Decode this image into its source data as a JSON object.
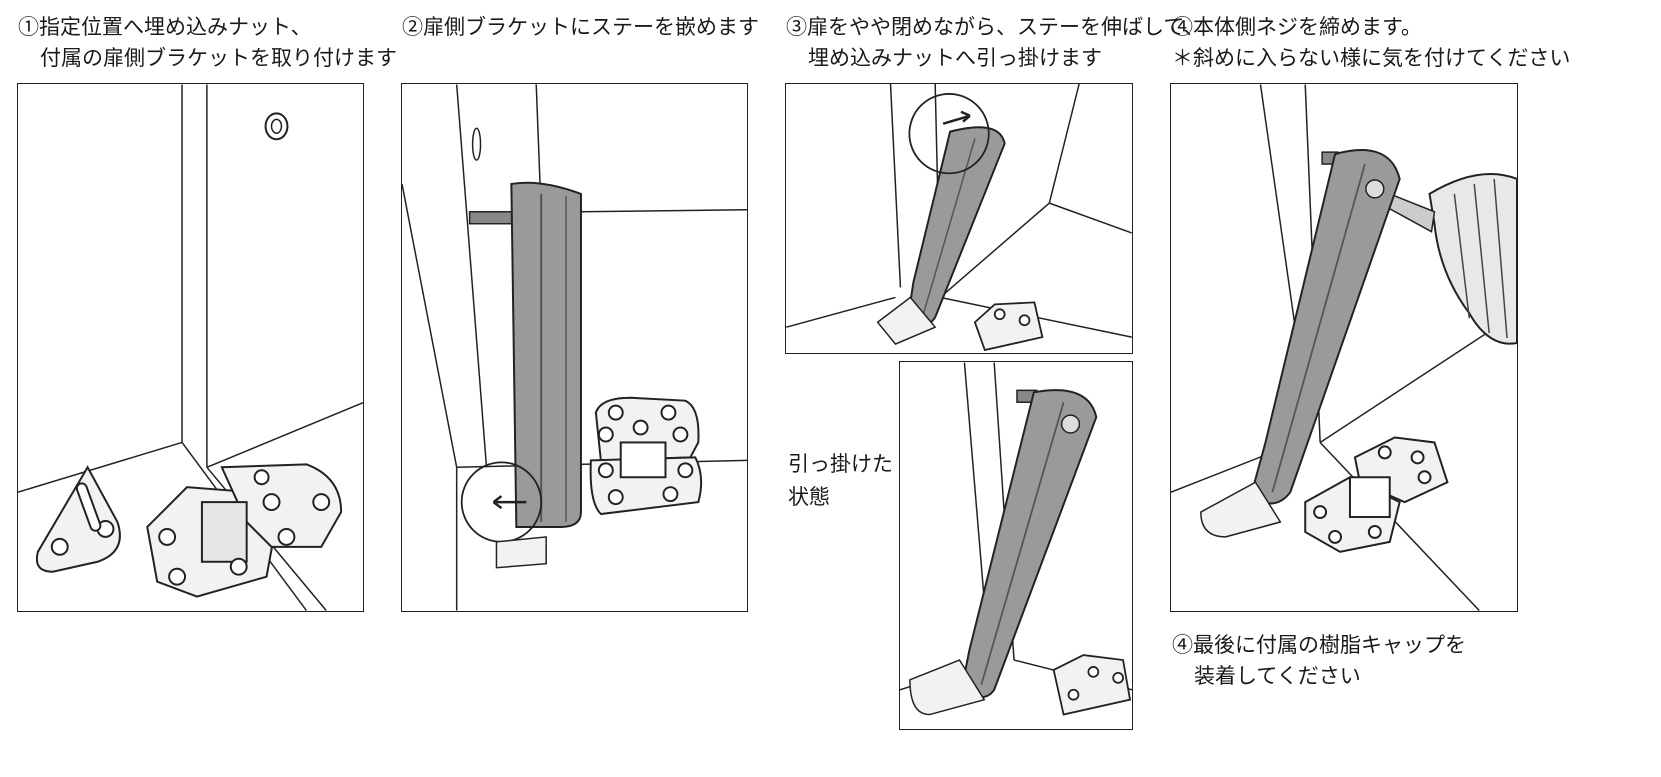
{
  "steps": {
    "step1": {
      "line1": "①指定位置へ埋め込みナット、",
      "line2": "付属の扉側ブラケットを取り付けます"
    },
    "step2": {
      "line1": "②扉側ブラケットにステーを嵌めます"
    },
    "step3": {
      "line1": "③扉をやや閉めながら、ステーを伸ばして、",
      "line2": "埋め込みナットへ引っ掛けます"
    },
    "step4": {
      "line1": "④本体側ネジを締めます。",
      "line2": "＊斜めに入らない様に気を付けてください"
    },
    "step5": {
      "line1": "④最後に付属の樹脂キャップを",
      "line2": "装着してください"
    }
  },
  "hooked_state_label": {
    "line1": "引っ掛けた",
    "line2": "状態"
  },
  "colors": {
    "line": "#222222",
    "stay_fill": "#9a9a9a",
    "stay_dark": "#6f6f6f",
    "metal": "#f2f2f2"
  }
}
